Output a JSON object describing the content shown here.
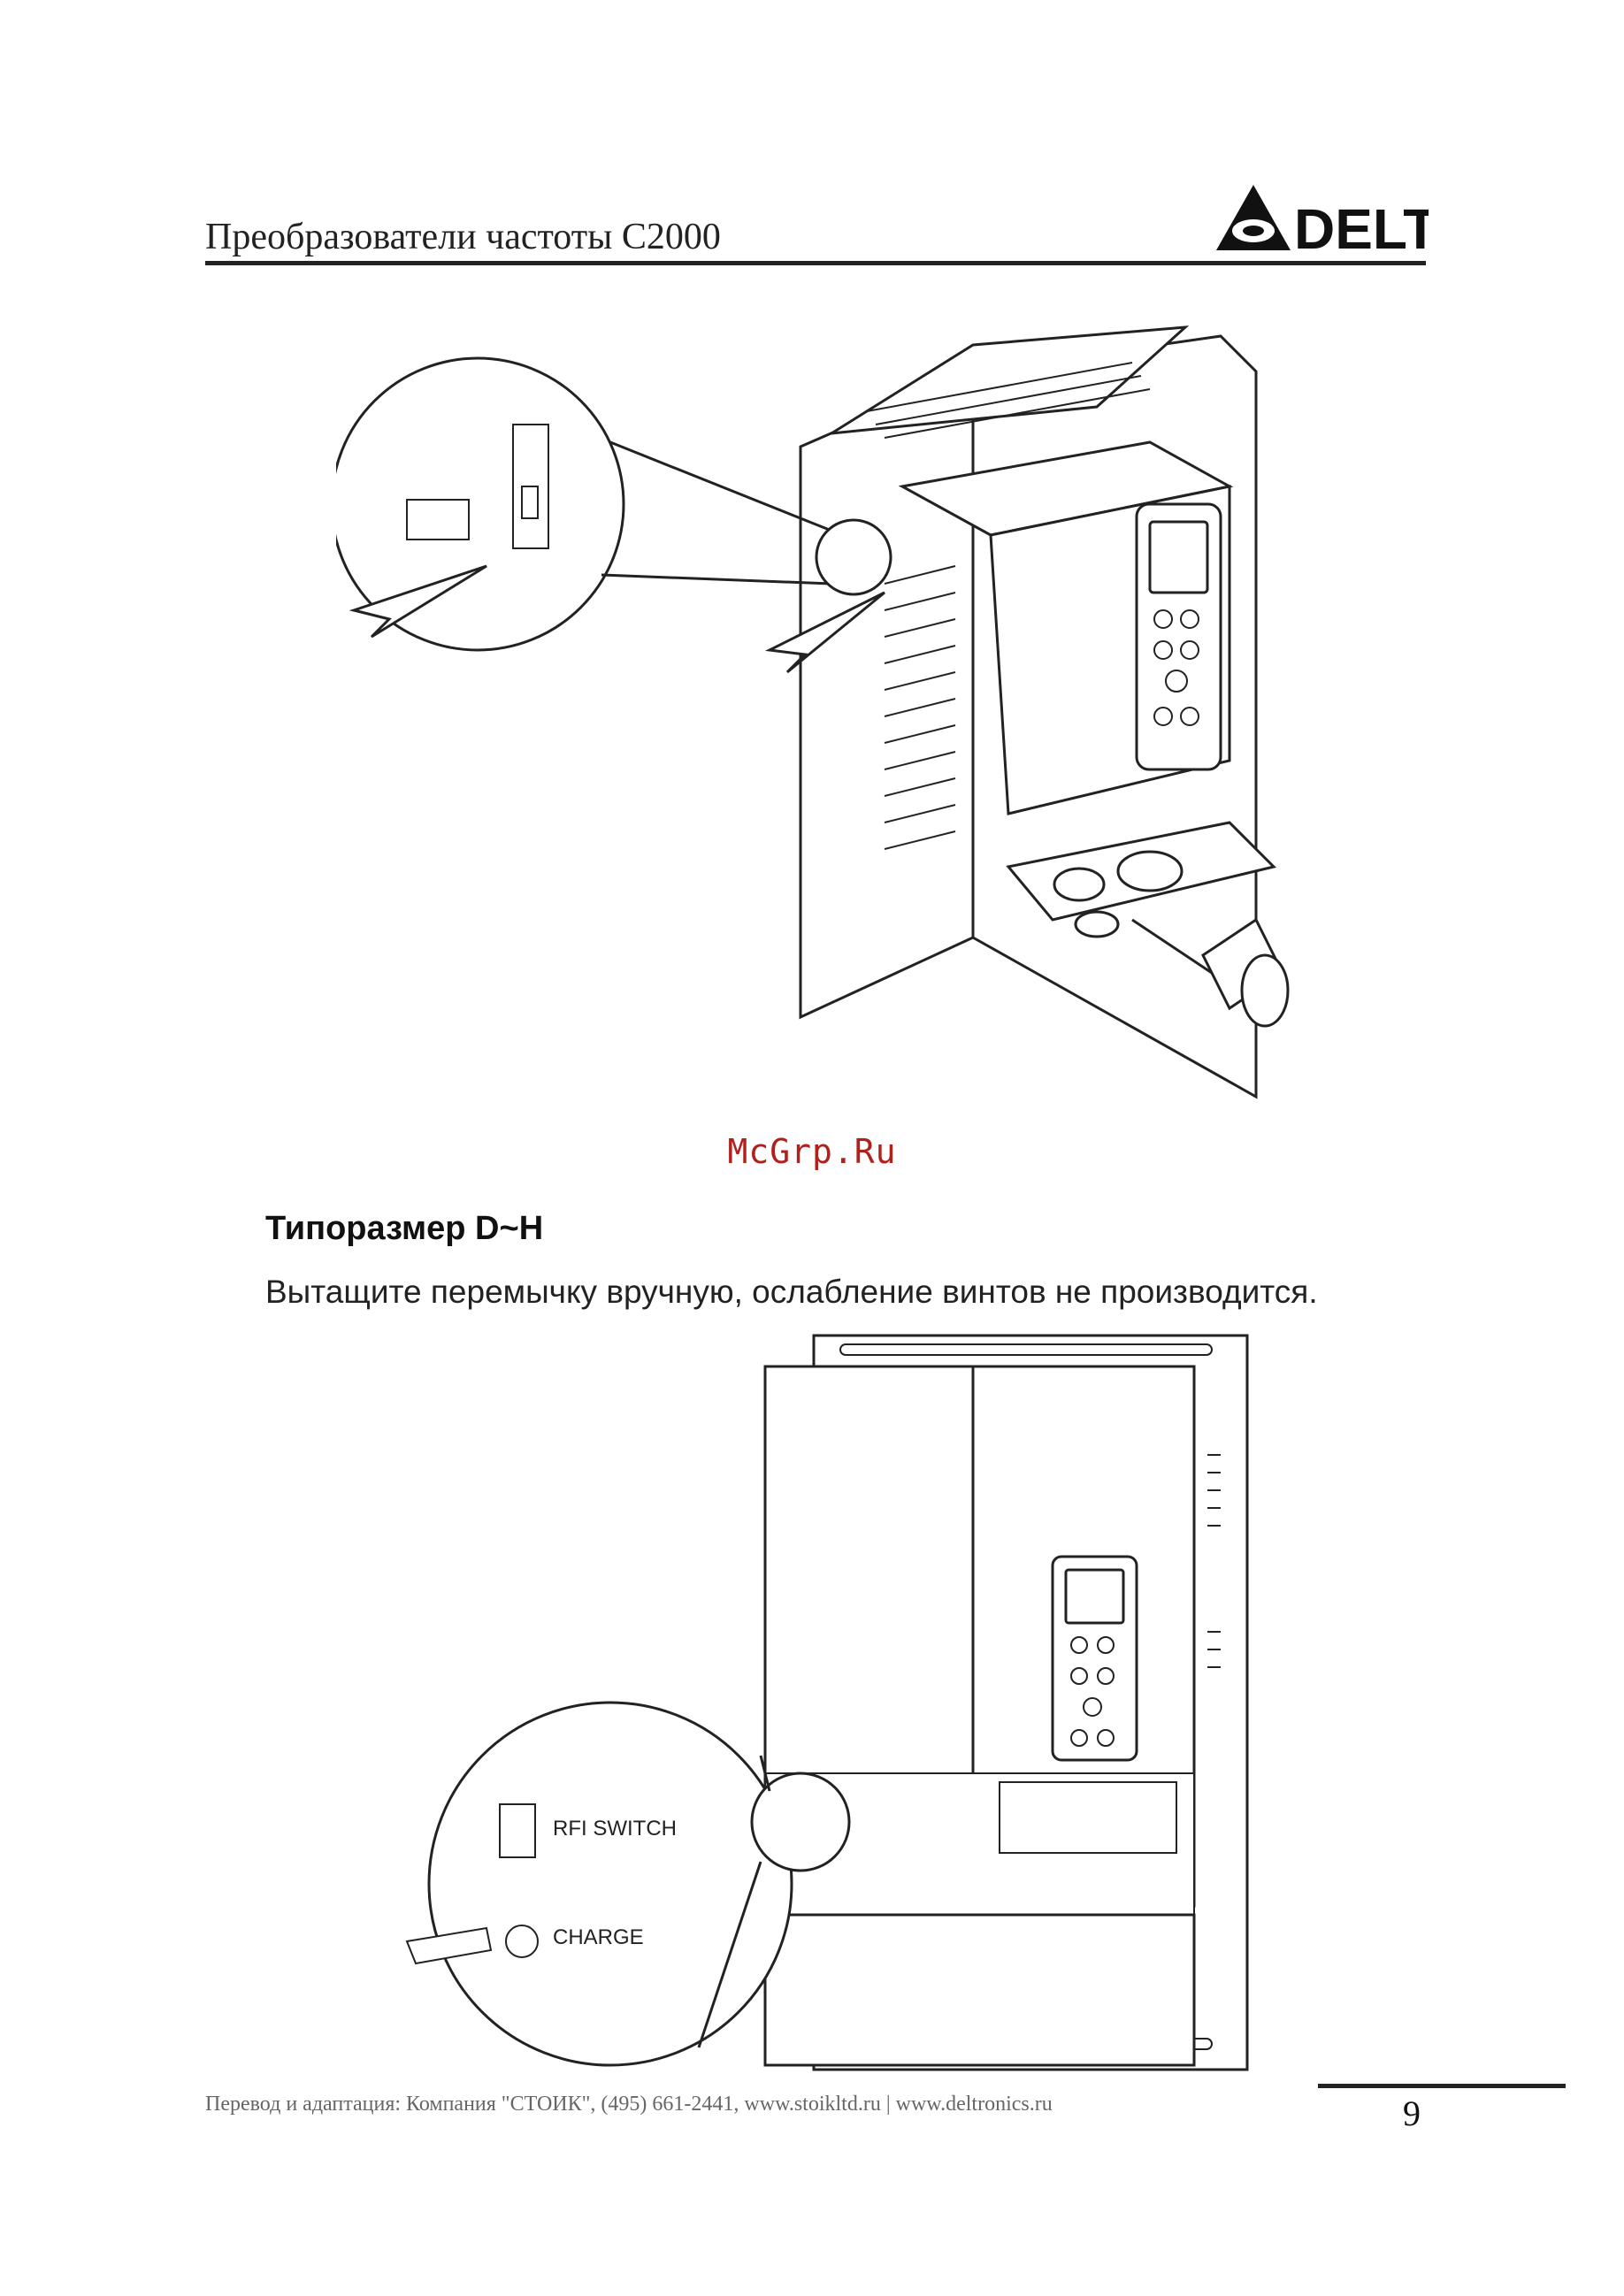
{
  "header": {
    "title": "Преобразователи частоты С2000",
    "brand": "DELTA"
  },
  "watermark": "McGrp.Ru",
  "section": {
    "title": "Типоразмер D~H",
    "body": "Вытащите перемычку вручную, ослабление винтов не производится."
  },
  "figure2": {
    "callout_labels": [
      "RFI SWITCH",
      "CHARGE"
    ]
  },
  "footer": {
    "text": "Перевод и адаптация: Компания \"СТОИК\", (495) 661-2441, www.stoikltd.ru | www.deltronics.ru",
    "page_number": "9"
  },
  "colors": {
    "watermark": "#b0201c",
    "rule": "#222222"
  },
  "icons": [
    "delta-logo-icon",
    "arrow-icon",
    "screwdriver-icon"
  ]
}
